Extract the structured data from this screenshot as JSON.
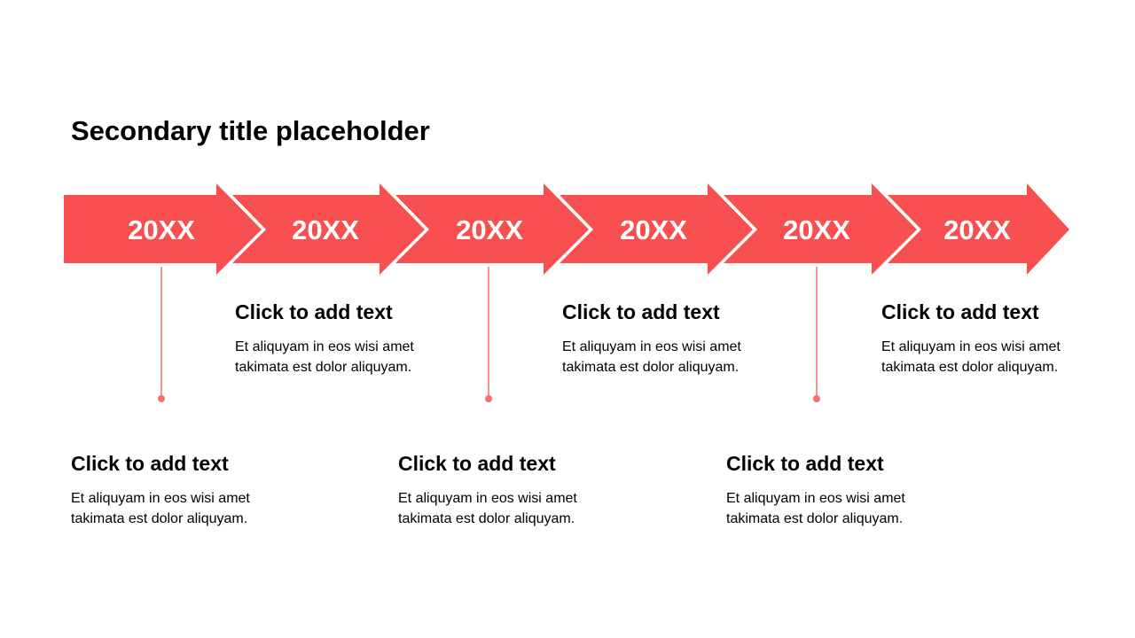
{
  "slide": {
    "title": "Secondary title placeholder",
    "accent_color": "#F85050"
  },
  "arrows": [
    {
      "label": "20XX"
    },
    {
      "label": "20XX"
    },
    {
      "label": "20XX"
    },
    {
      "label": "20XX"
    },
    {
      "label": "20XX"
    },
    {
      "label": "20XX"
    }
  ],
  "blocks": [
    {
      "heading": "Click to add text",
      "body_line1": "Et aliquyam in eos wisi amet",
      "body_line2": "takimata est dolor aliquyam."
    },
    {
      "heading": "Click to add text",
      "body_line1": "Et aliquyam in eos wisi amet",
      "body_line2": "takimata est dolor aliquyam."
    },
    {
      "heading": "Click to add text",
      "body_line1": "Et aliquyam in eos wisi amet",
      "body_line2": "takimata est dolor aliquyam."
    },
    {
      "heading": "Click to add text",
      "body_line1": "Et aliquyam in eos wisi amet",
      "body_line2": "takimata est dolor aliquyam."
    },
    {
      "heading": "Click to add text",
      "body_line1": "Et aliquyam in eos wisi amet",
      "body_line2": "takimata est dolor aliquyam."
    },
    {
      "heading": "Click to add text",
      "body_line1": "Et aliquyam in eos wisi amet",
      "body_line2": "takimata est dolor aliquyam."
    }
  ]
}
